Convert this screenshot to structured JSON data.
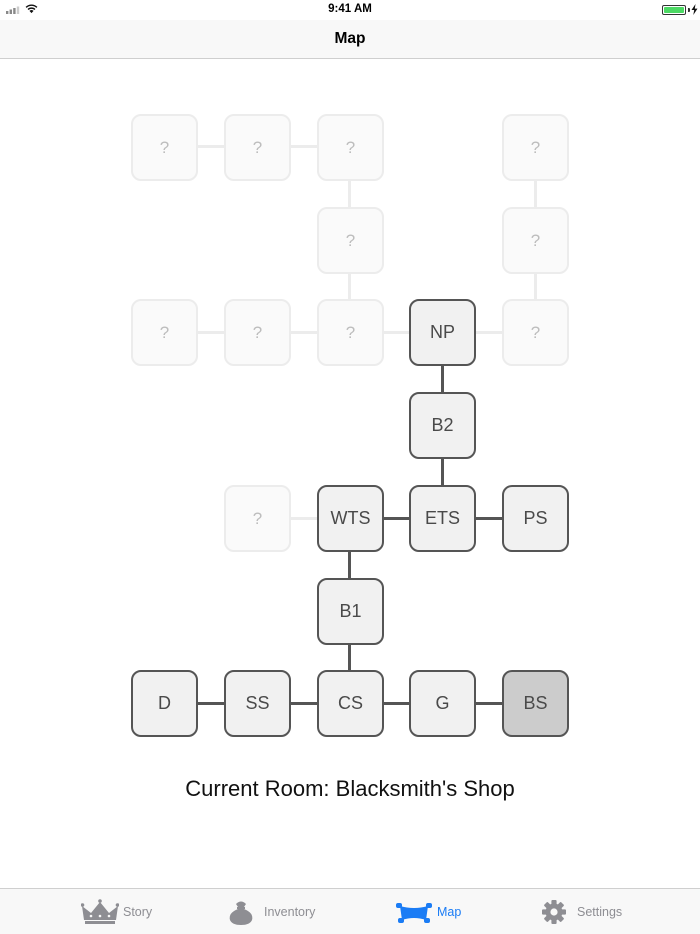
{
  "status_bar": {
    "time": "9:41 AM",
    "battery_level": 1.0,
    "battery_color": "#4cd964"
  },
  "nav": {
    "title": "Map"
  },
  "map": {
    "rooms": [
      {
        "label": "?",
        "state": "unknown"
      },
      {
        "label": "?",
        "state": "unknown"
      },
      {
        "label": "?",
        "state": "unknown"
      },
      {
        "label": "?",
        "state": "unknown"
      },
      {
        "label": "?",
        "state": "unknown"
      },
      {
        "label": "?",
        "state": "unknown"
      },
      {
        "label": "?",
        "state": "unknown"
      },
      {
        "label": "?",
        "state": "unknown"
      },
      {
        "label": "?",
        "state": "unknown"
      },
      {
        "label": "NP",
        "state": "known"
      },
      {
        "label": "?",
        "state": "unknown"
      },
      {
        "label": "B2",
        "state": "known"
      },
      {
        "label": "?",
        "state": "unknown"
      },
      {
        "label": "WTS",
        "state": "known"
      },
      {
        "label": "ETS",
        "state": "known"
      },
      {
        "label": "PS",
        "state": "known"
      },
      {
        "label": "B1",
        "state": "known"
      },
      {
        "label": "D",
        "state": "known"
      },
      {
        "label": "SS",
        "state": "known"
      },
      {
        "label": "CS",
        "state": "known"
      },
      {
        "label": "G",
        "state": "known"
      },
      {
        "label": "BS",
        "state": "current"
      }
    ],
    "current_room": "Current Room: Blacksmith's Shop"
  },
  "tab_bar": {
    "active_color": "#1a7cf5",
    "inactive_color": "#8e8e93",
    "tabs": [
      {
        "label": "Story",
        "icon": "crown-icon",
        "active": false
      },
      {
        "label": "Inventory",
        "icon": "sack-icon",
        "active": false
      },
      {
        "label": "Map",
        "icon": "scroll-map-icon",
        "active": true
      },
      {
        "label": "Settings",
        "icon": "gear-icon",
        "active": false
      }
    ]
  }
}
